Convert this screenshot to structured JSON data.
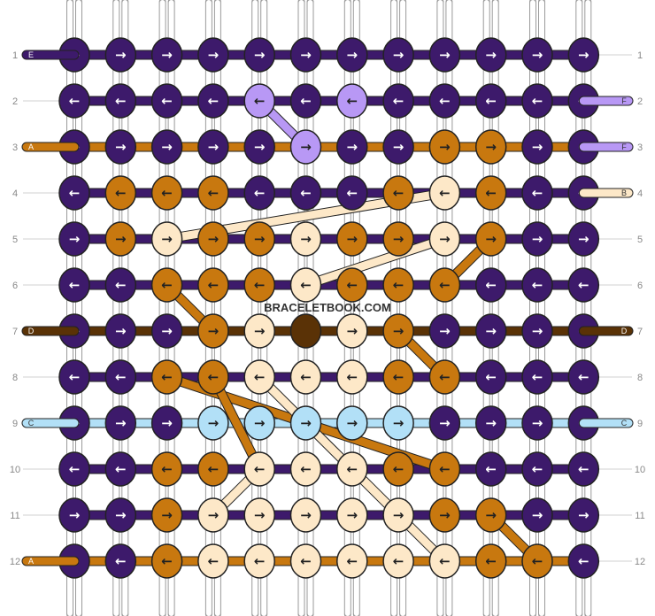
{
  "colors": {
    "E": "#3d1a6b",
    "F": "#b898f5",
    "A": "#c8780f",
    "B": "#fde8c8",
    "D": "#5a3206",
    "C": "#b2e0f7"
  },
  "watermark": "BRACELETBOOK.COM",
  "row_numbers": [
    "1",
    "2",
    "3",
    "4",
    "5",
    "6",
    "7",
    "8",
    "9",
    "10",
    "11",
    "12"
  ],
  "strand_labels": [
    {
      "text": "E",
      "color": "E",
      "row": 0,
      "side": "left"
    },
    {
      "text": "A",
      "color": "A",
      "row": 2,
      "side": "left"
    },
    {
      "text": "D",
      "color": "D",
      "row": 6,
      "side": "left"
    },
    {
      "text": "C",
      "color": "C",
      "row": 8,
      "side": "left"
    },
    {
      "text": "A",
      "color": "A",
      "row": 11,
      "side": "left"
    },
    {
      "text": "F",
      "color": "F",
      "row": 1,
      "side": "right"
    },
    {
      "text": "F",
      "color": "F",
      "row": 2,
      "side": "right"
    },
    {
      "text": "B",
      "color": "B",
      "row": 3,
      "side": "right"
    },
    {
      "text": "D",
      "color": "D",
      "row": 6,
      "side": "right"
    },
    {
      "text": "C",
      "color": "C",
      "row": 8,
      "side": "right"
    }
  ],
  "rows": [
    {
      "arrow": "→",
      "knots": "EEEEEEEEEEEE",
      "band": "E"
    },
    {
      "arrow": "←",
      "knots": "EEEEFEFEEEEE",
      "band": "E"
    },
    {
      "arrow": "→",
      "knots": "EEEEEFEEAAEE",
      "band": "A"
    },
    {
      "arrow": "←",
      "knots": "EAAAEEEABAEE",
      "band": "E"
    },
    {
      "arrow": "→",
      "knots": "EABAABAABAEE",
      "band": "E"
    },
    {
      "arrow": "←",
      "knots": "EEAAABAAAEEE",
      "band": "E"
    },
    {
      "arrow": "→",
      "knots": "EEEABDBAEEEE",
      "band": "D"
    },
    {
      "arrow": "←",
      "knots": "EEAABBBAAEEE",
      "band": "E"
    },
    {
      "arrow": "→",
      "knots": "EEECCCCCEEEE",
      "band": "C"
    },
    {
      "arrow": "←",
      "knots": "EEAABBBAAEEE",
      "band": "E"
    },
    {
      "arrow": "→",
      "knots": "EEABBBBBAAEE",
      "band": "E"
    },
    {
      "arrow": "←",
      "knots": "EEABBBBBBAAE",
      "band": "A"
    }
  ],
  "diagonals": [
    {
      "color": "F",
      "from": [
        1,
        4
      ],
      "to": [
        2,
        5
      ]
    },
    {
      "color": "B",
      "from": [
        3,
        8
      ],
      "to": [
        4,
        2
      ]
    },
    {
      "color": "B",
      "from": [
        4,
        8
      ],
      "to": [
        5,
        5
      ]
    },
    {
      "color": "A",
      "from": [
        4,
        9
      ],
      "to": [
        5,
        8
      ]
    },
    {
      "color": "A",
      "from": [
        5,
        2
      ],
      "to": [
        6,
        3
      ]
    },
    {
      "color": "A",
      "from": [
        6,
        7
      ],
      "to": [
        7,
        8
      ]
    },
    {
      "color": "A",
      "from": [
        7,
        2
      ],
      "to": [
        9,
        8
      ]
    },
    {
      "color": "A",
      "from": [
        7,
        3
      ],
      "to": [
        9,
        4
      ]
    },
    {
      "color": "B",
      "from": [
        7,
        4
      ],
      "to": [
        9,
        6
      ]
    },
    {
      "color": "B",
      "from": [
        9,
        4
      ],
      "to": [
        10,
        3
      ]
    },
    {
      "color": "B",
      "from": [
        9,
        6
      ],
      "to": [
        10,
        7
      ]
    },
    {
      "color": "A",
      "from": [
        10,
        9
      ],
      "to": [
        11,
        10
      ]
    },
    {
      "color": "B",
      "from": [
        10,
        7
      ],
      "to": [
        11,
        8
      ]
    }
  ]
}
